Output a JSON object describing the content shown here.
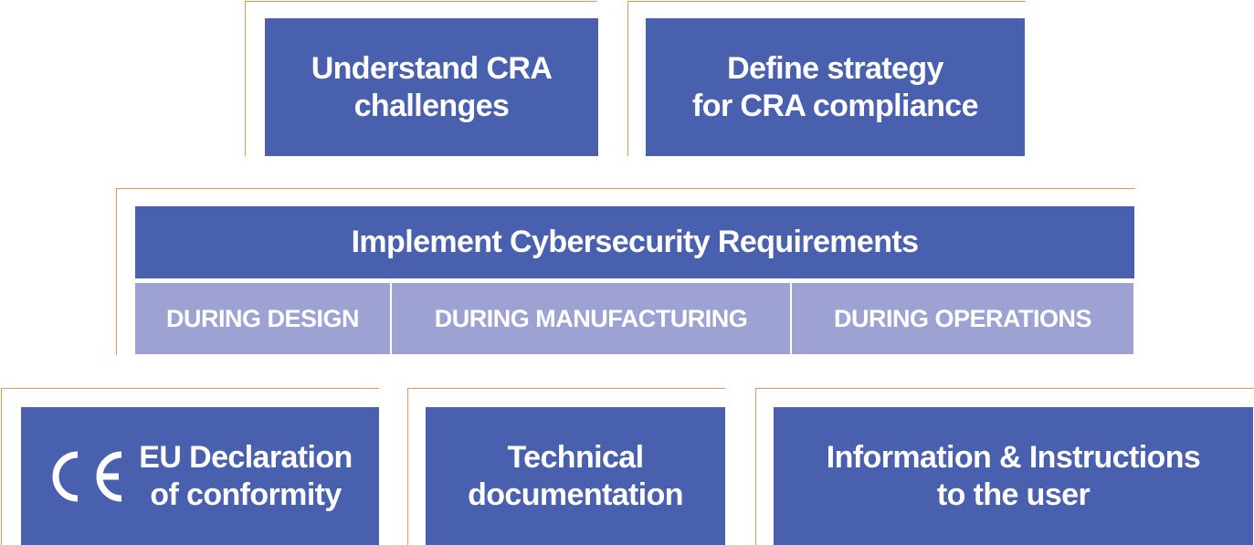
{
  "colors": {
    "primary_box": "#4860ad",
    "secondary_box": "#9ea2d2",
    "frame_line": "#e8955a",
    "text": "#ffffff"
  },
  "top_row": {
    "understand": {
      "line1": "Understand CRA",
      "line2": "challenges"
    },
    "strategy": {
      "line1": "Define strategy",
      "line2": "for CRA compliance"
    }
  },
  "middle": {
    "title": "Implement Cybersecurity Requirements",
    "phases": [
      "DURING DESIGN",
      "DURING MANUFACTURING",
      "DURING OPERATIONS"
    ]
  },
  "bottom_row": {
    "declaration": {
      "icon": "ce-mark-icon",
      "line1": "EU Declaration",
      "line2": "of conformity"
    },
    "technical": {
      "line1": "Technical",
      "line2": "documentation"
    },
    "information": {
      "line1": "Information & Instructions",
      "line2": "to the user"
    }
  }
}
